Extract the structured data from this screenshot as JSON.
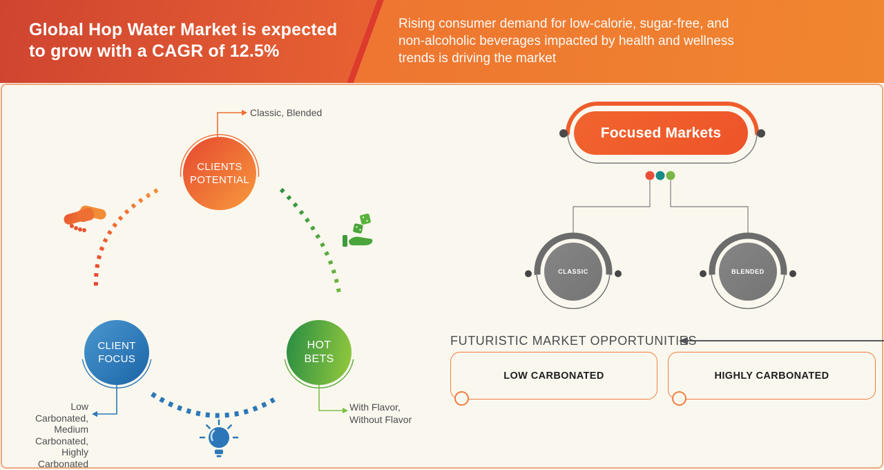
{
  "header": {
    "title": "Global Hop Water Market is expected\nto grow with a CAGR of 12.5%",
    "subtitle": "Rising consumer demand for low-calorie, sugar-free, and\nnon-alcoholic beverages impacted by health and wellness\ntrends is driving the market",
    "colors": {
      "gradient_left": "#cf4430",
      "gradient_right": "#f59d3c",
      "stripe": "#dd3b2b",
      "right_panel": "#ee7434"
    }
  },
  "strategy_diagram": {
    "nodes": [
      {
        "label": "CLIENTS\nPOTENTIAL",
        "callout": "Classic, Blended",
        "color_start": "#e74b30",
        "color_end": "#f6973c",
        "icon": "handshake-icon"
      },
      {
        "label": "CLIENT\nFOCUS",
        "callout": "Low\nCarbonated,\nMedium\nCarbonated,\nHighly\nCarbonated",
        "color_start": "#4995cd",
        "color_end": "#1d67a9",
        "icon": "lightbulb-icon"
      },
      {
        "label": "HOT\nBETS",
        "callout": "With Flavor,\nWithout Flavor",
        "color_start": "#2c8f42",
        "color_end": "#90c73e",
        "icon": "dice-hand-icon"
      }
    ]
  },
  "focused_markets": {
    "title": "Focused Markets",
    "dot_colors": [
      "#e8503a",
      "#178c88",
      "#7ab648"
    ],
    "children": [
      {
        "label": "CLASSIC"
      },
      {
        "label": "BLENDED"
      }
    ]
  },
  "opportunities": {
    "heading": "FUTURISTIC MARKET OPPORTUNITIES",
    "items": [
      {
        "label": "LOW CARBONATED"
      },
      {
        "label": "HIGHLY CARBONATED"
      }
    ]
  },
  "page_colors": {
    "background": "#faf8ee",
    "frame_border": "#efa57d",
    "text_dark": "#4d4d4f"
  }
}
